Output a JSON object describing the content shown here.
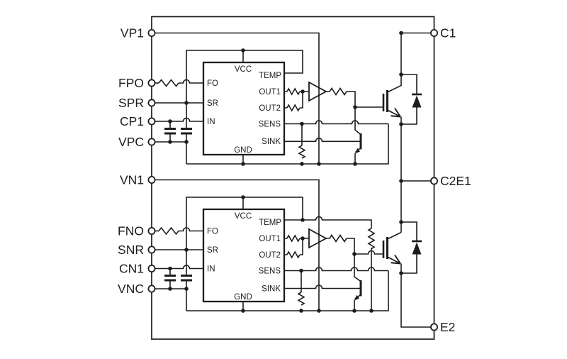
{
  "figure": {
    "background": "#ffffff",
    "line_color": "#1c1c1c",
    "text_color": "#1c1c1c",
    "description": "Internal block diagram: two gate-driver ICs driving a high-side and low-side IGBT with free-wheel diodes"
  },
  "terminals": {
    "left": [
      "VP1",
      "FPO",
      "SPR",
      "CP1",
      "VPC",
      "VN1",
      "FNO",
      "SNR",
      "CN1",
      "VNC"
    ],
    "right": [
      "C1",
      "C2E1",
      "E2"
    ]
  },
  "driver_ic": {
    "top_pin": "VCC",
    "bottom_pin": "GND",
    "left_pins": [
      "FO",
      "SR",
      "IN"
    ],
    "right_pins": [
      "TEMP",
      "OUT1",
      "OUT2",
      "SENS",
      "SINK"
    ]
  }
}
